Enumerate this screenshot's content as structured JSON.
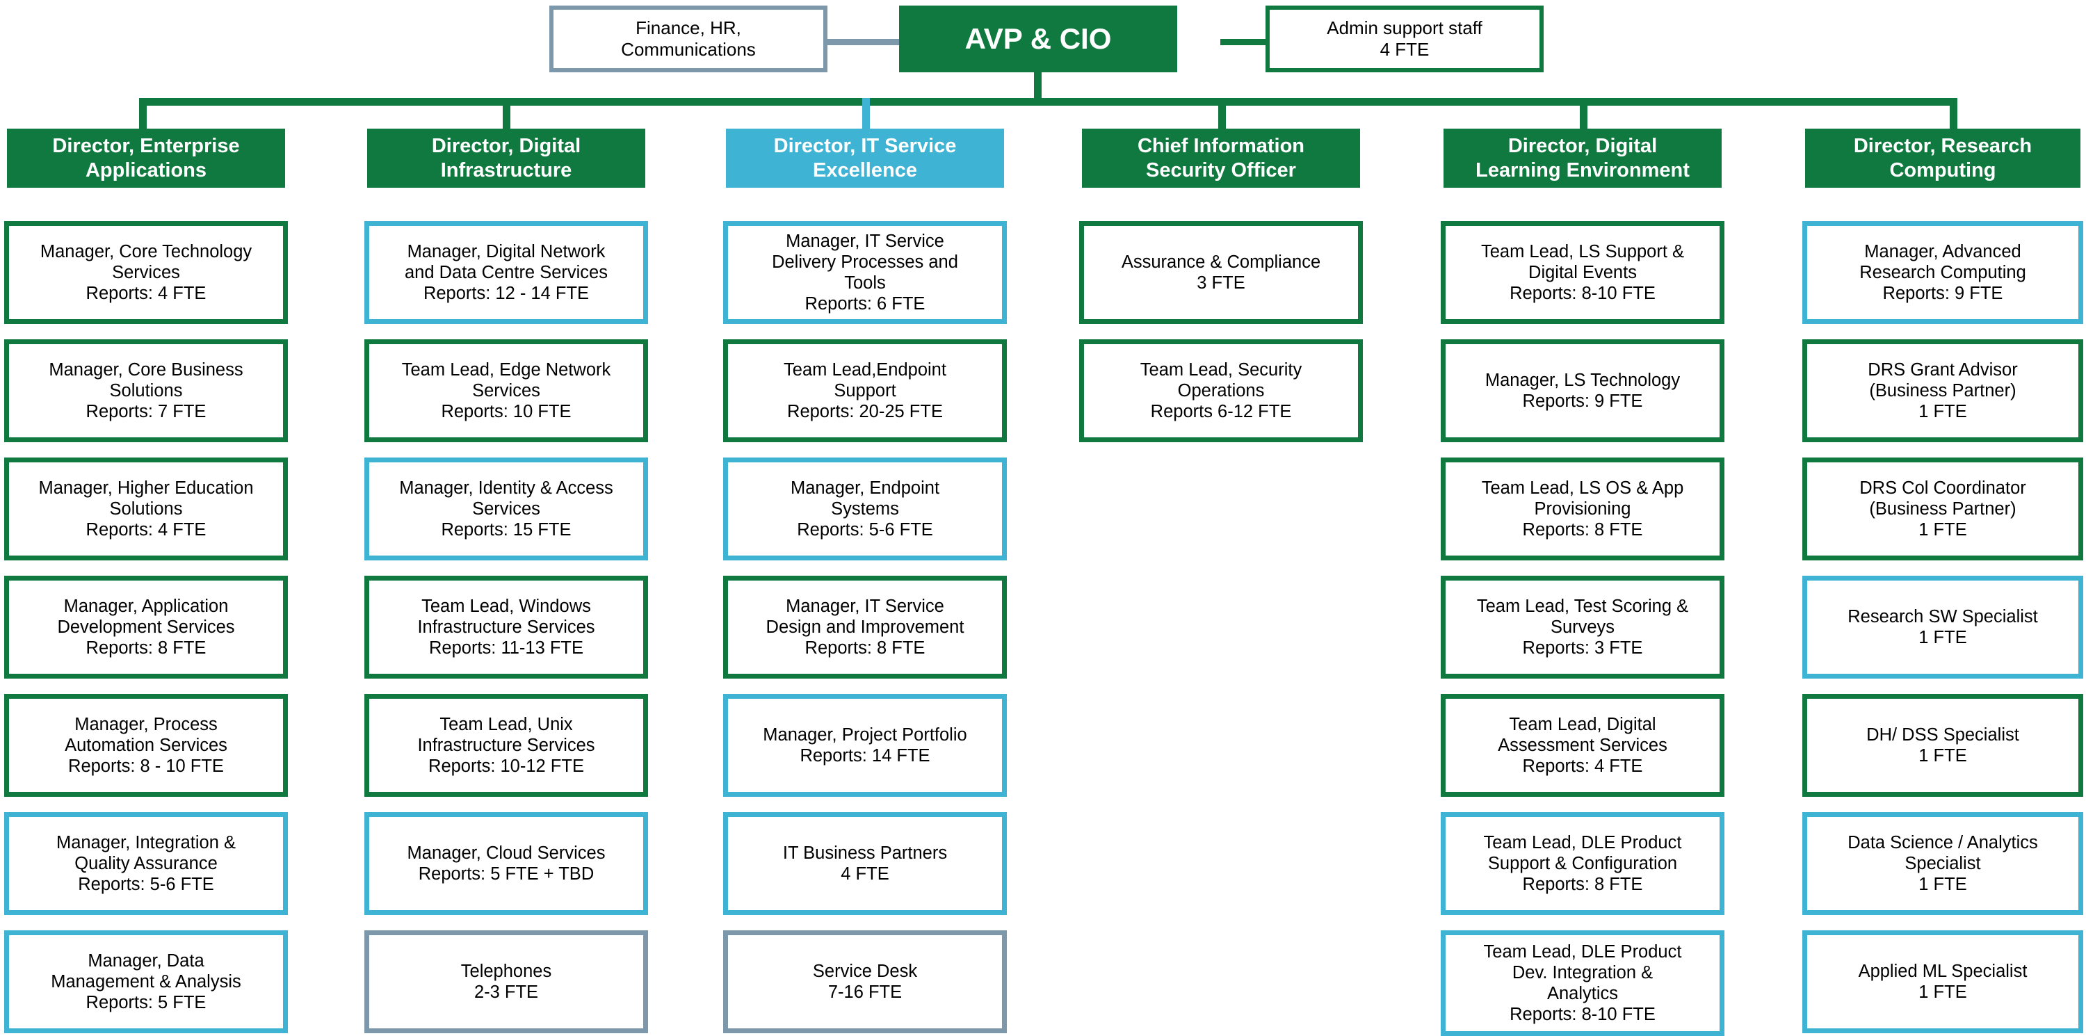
{
  "title": "IT Organizational Chart",
  "colors": {
    "green": "#10793f",
    "blue": "#3fb3d4",
    "grey": "#7d98ab",
    "white": "#ffffff",
    "black": "#000000"
  },
  "top": {
    "side_left": {
      "label": "Finance, HR,\nCommunications",
      "border": "grey"
    },
    "root": {
      "label": "AVP & CIO",
      "fill": "green"
    },
    "side_right": {
      "label": "Admin support staff\n4 FTE",
      "border": "green"
    }
  },
  "columns": [
    {
      "id": "enterprise-applications",
      "header": {
        "label": "Director, Enterprise\nApplications",
        "fill": "green"
      },
      "nodes": [
        {
          "label": "Manager, Core Technology\nServices\nReports: 4 FTE",
          "border": "green"
        },
        {
          "label": "Manager, Core Business\nSolutions\nReports: 7 FTE",
          "border": "green"
        },
        {
          "label": "Manager, Higher Education\nSolutions\nReports: 4 FTE",
          "border": "green"
        },
        {
          "label": "Manager, Application\nDevelopment Services\nReports: 8 FTE",
          "border": "green"
        },
        {
          "label": "Manager, Process\nAutomation Services\nReports: 8 - 10 FTE",
          "border": "green"
        },
        {
          "label": "Manager, Integration &\nQuality Assurance\nReports: 5-6 FTE",
          "border": "blue"
        },
        {
          "label": "Manager, Data\nManagement & Analysis\nReports: 5 FTE",
          "border": "blue"
        }
      ]
    },
    {
      "id": "digital-infrastructure",
      "header": {
        "label": "Director, Digital\nInfrastructure",
        "fill": "green"
      },
      "nodes": [
        {
          "label": "Manager, Digital Network\nand Data Centre Services\nReports: 12 - 14 FTE",
          "border": "blue"
        },
        {
          "label": "Team Lead, Edge Network\nServices\nReports: 10 FTE",
          "border": "green"
        },
        {
          "label": "Manager, Identity & Access\nServices\nReports: 15 FTE",
          "border": "blue"
        },
        {
          "label": "Team Lead, Windows\nInfrastructure Services\nReports: 11-13 FTE",
          "border": "green"
        },
        {
          "label": "Team Lead, Unix\nInfrastructure Services\nReports: 10-12 FTE",
          "border": "green"
        },
        {
          "label": "Manager, Cloud Services\nReports: 5 FTE + TBD",
          "border": "blue"
        },
        {
          "label": "Telephones\n2-3 FTE",
          "border": "grey"
        }
      ]
    },
    {
      "id": "it-service-excellence",
      "header": {
        "label": "Director, IT Service\nExcellence",
        "fill": "blue"
      },
      "nodes": [
        {
          "label": "Manager, IT Service\nDelivery Processes and\nTools\nReports: 6 FTE",
          "border": "blue"
        },
        {
          "label": "Team Lead,Endpoint\nSupport\nReports: 20-25 FTE",
          "border": "green"
        },
        {
          "label": "Manager, Endpoint\nSystems\nReports: 5-6 FTE",
          "border": "blue"
        },
        {
          "label": "Manager, IT Service\nDesign and Improvement\nReports: 8 FTE",
          "border": "green"
        },
        {
          "label": "Manager, Project Portfolio\nReports: 14 FTE",
          "border": "blue"
        },
        {
          "label": "IT Business Partners\n4 FTE",
          "border": "blue"
        },
        {
          "label": "Service Desk\n7-16 FTE",
          "border": "grey"
        }
      ]
    },
    {
      "id": "chief-information-security-officer",
      "header": {
        "label": "Chief Information\nSecurity Officer",
        "fill": "green"
      },
      "nodes": [
        {
          "label": "Assurance & Compliance\n3 FTE",
          "border": "green"
        },
        {
          "label": "Team Lead, Security\nOperations\nReports 6-12 FTE",
          "border": "green"
        }
      ]
    },
    {
      "id": "digital-learning-environment",
      "header": {
        "label": "Director, Digital\nLearning Environment",
        "fill": "green"
      },
      "nodes": [
        {
          "label": "Team Lead, LS Support &\nDigital Events\nReports: 8-10 FTE",
          "border": "green"
        },
        {
          "label": "Manager, LS Technology\nReports: 9 FTE",
          "border": "green"
        },
        {
          "label": "Team Lead, LS OS & App\nProvisioning\nReports: 8 FTE",
          "border": "green"
        },
        {
          "label": "Team Lead, Test Scoring &\nSurveys\nReports: 3 FTE",
          "border": "green"
        },
        {
          "label": "Team Lead, Digital\nAssessment Services\nReports: 4 FTE",
          "border": "green"
        },
        {
          "label": "Team Lead, DLE Product\nSupport & Configuration\nReports: 8 FTE",
          "border": "blue"
        },
        {
          "label": "Team Lead, DLE Product\nDev. Integration &\nAnalytics\nReports: 8-10 FTE",
          "border": "blue"
        }
      ]
    },
    {
      "id": "research-computing",
      "header": {
        "label": "Director, Research\nComputing",
        "fill": "green"
      },
      "nodes": [
        {
          "label": "Manager, Advanced\nResearch Computing\nReports: 9 FTE",
          "border": "blue"
        },
        {
          "label": "DRS Grant Advisor\n(Business Partner)\n1 FTE",
          "border": "green"
        },
        {
          "label": "DRS Col Coordinator\n(Business Partner)\n1 FTE",
          "border": "green"
        },
        {
          "label": "Research SW Specialist\n1 FTE",
          "border": "blue"
        },
        {
          "label": "DH/ DSS Specialist\n1 FTE",
          "border": "green"
        },
        {
          "label": "Data Science / Analytics\nSpecialist\n1 FTE",
          "border": "blue"
        },
        {
          "label": "Applied ML Specialist\n1 FTE",
          "border": "blue"
        }
      ]
    }
  ]
}
